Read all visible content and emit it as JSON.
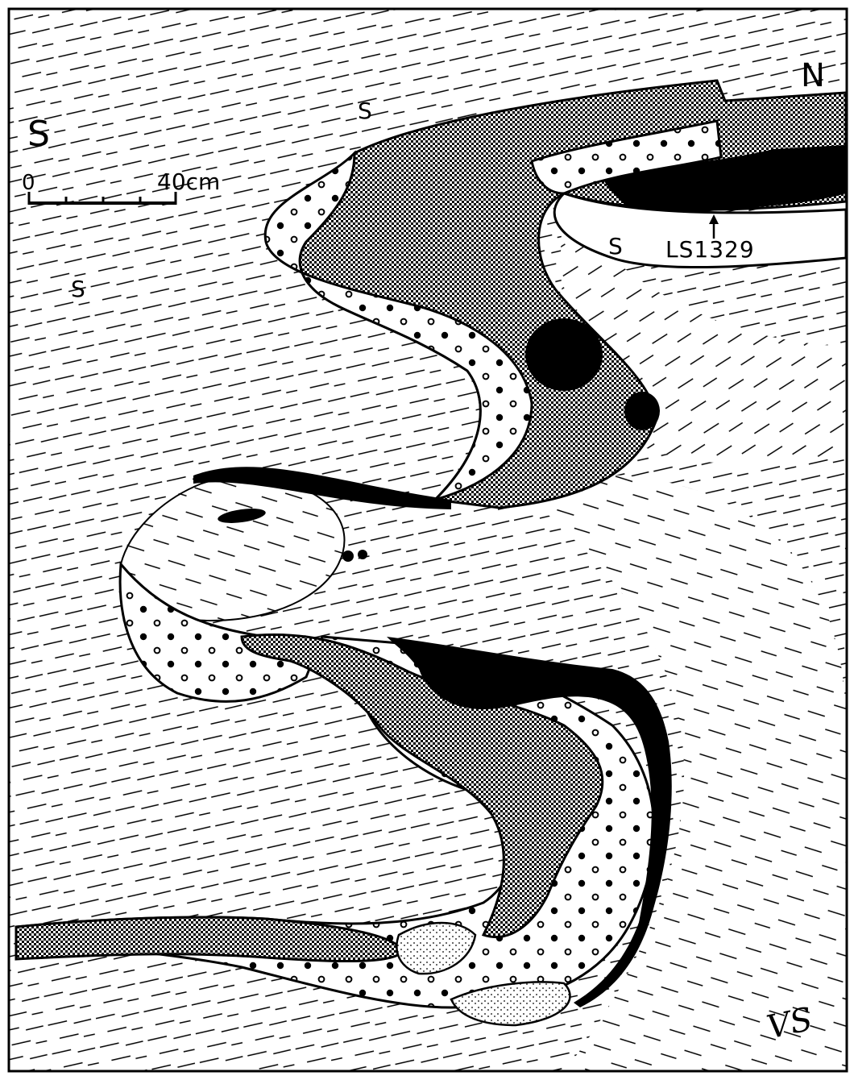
{
  "labels": {
    "compass_south": "S",
    "compass_north": "N",
    "sediment_top": "S",
    "sediment_left": "S",
    "sediment_right": "S",
    "sample_id": "LS1329",
    "scale_start": "0",
    "scale_end": "40cm",
    "author_initials": "VS"
  },
  "legend_colors": {
    "ink": "#000000",
    "paper": "#ffffff"
  }
}
